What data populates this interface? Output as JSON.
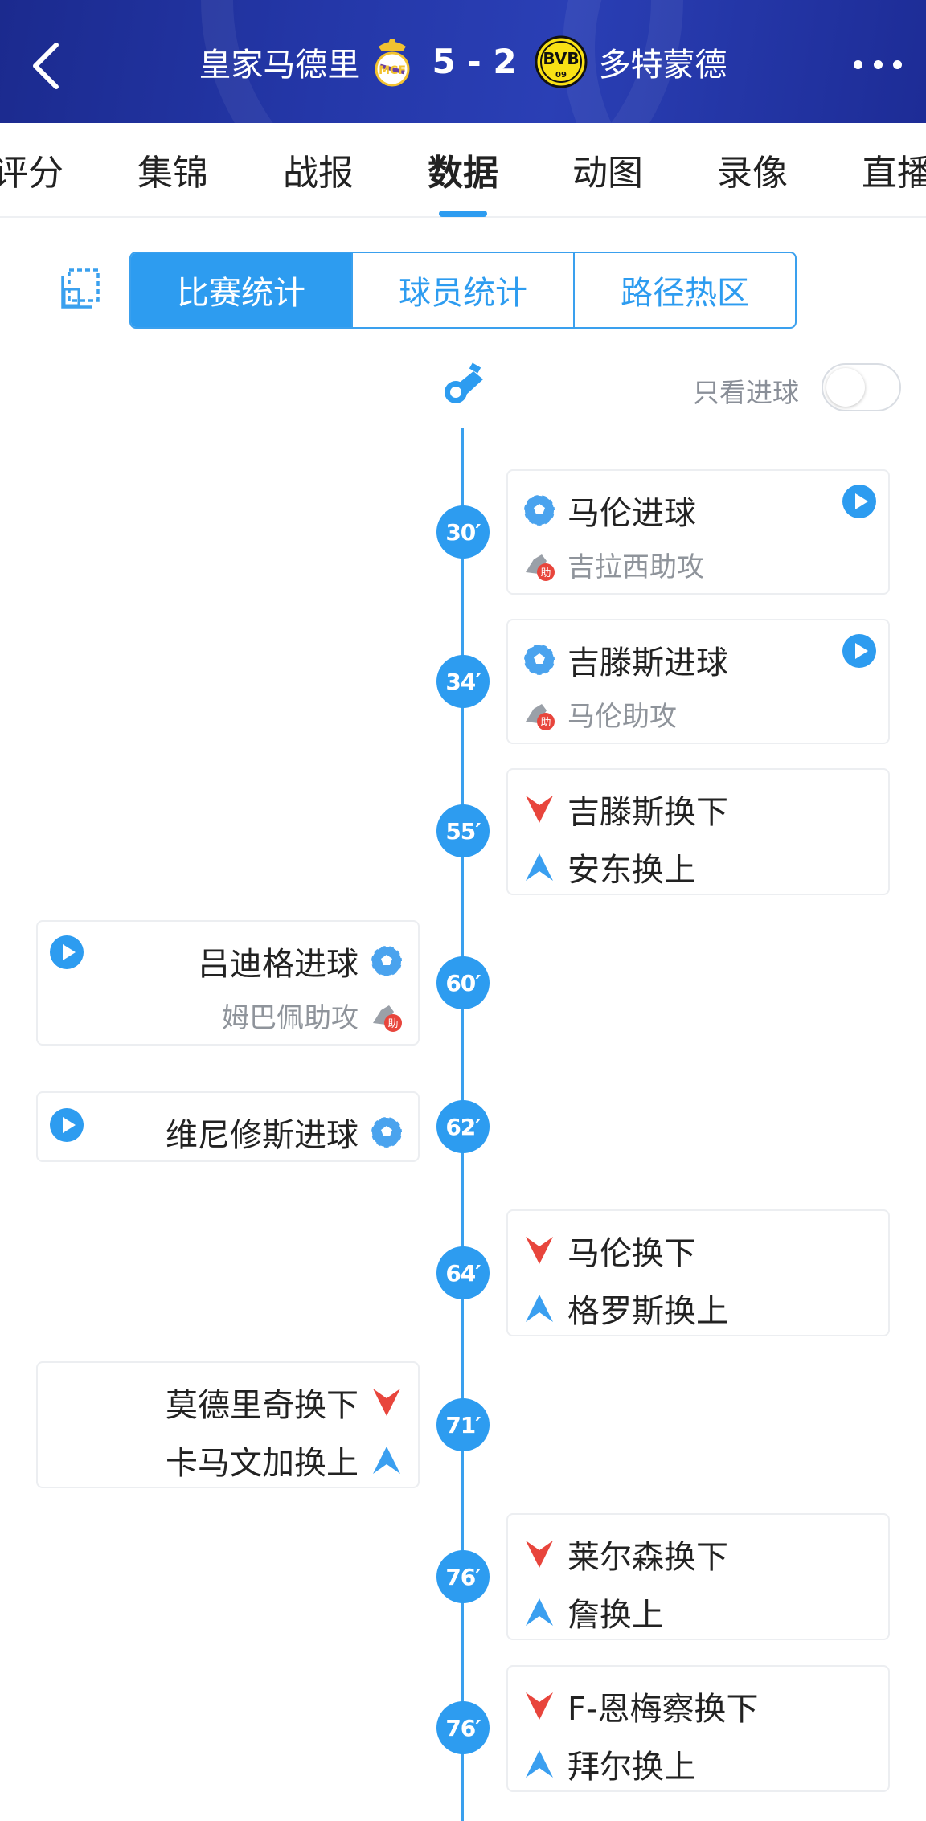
{
  "header": {
    "home_team": "皇家马德里",
    "score": "5 - 2",
    "away_team": "多特蒙德"
  },
  "tabs": [
    {
      "label": "评分"
    },
    {
      "label": "集锦"
    },
    {
      "label": "战报"
    },
    {
      "label": "数据",
      "active": true
    },
    {
      "label": "动图"
    },
    {
      "label": "录像"
    },
    {
      "label": "直播"
    }
  ],
  "segments": [
    {
      "label": "比赛统计",
      "active": true
    },
    {
      "label": "球员统计"
    },
    {
      "label": "路径热区"
    }
  ],
  "filter": {
    "label": "只看进球",
    "on": false
  },
  "events": [
    {
      "minute": "30′",
      "side": "away",
      "type": "goal",
      "primary": "马伦进球",
      "secondary": "吉拉西助攻",
      "video": true
    },
    {
      "minute": "34′",
      "side": "away",
      "type": "goal",
      "primary": "吉滕斯进球",
      "secondary": "马伦助攻",
      "video": true
    },
    {
      "minute": "55′",
      "side": "away",
      "type": "sub",
      "out": "吉滕斯换下",
      "in": "安东换上"
    },
    {
      "minute": "60′",
      "side": "home",
      "type": "goal",
      "primary": "吕迪格进球",
      "secondary": "姆巴佩助攻",
      "video": true
    },
    {
      "minute": "62′",
      "side": "home",
      "type": "goal",
      "primary": "维尼修斯进球",
      "video": true
    },
    {
      "minute": "64′",
      "side": "away",
      "type": "sub",
      "out": "马伦换下",
      "in": "格罗斯换上"
    },
    {
      "minute": "71′",
      "side": "home",
      "type": "sub",
      "out": "莫德里奇换下",
      "in": "卡马文加换上"
    },
    {
      "minute": "76′",
      "side": "away",
      "type": "sub",
      "out": "莱尔森换下",
      "in": "詹换上"
    },
    {
      "minute": "76′",
      "side": "away",
      "type": "sub",
      "out": "F-恩梅察换下",
      "in": "拜尔换上"
    }
  ],
  "assist_badge": "助",
  "colors": {
    "accent": "#2d9cf0",
    "header": "#2437a8",
    "sub_out": "#e8453c",
    "sub_in": "#3a9ff0"
  }
}
